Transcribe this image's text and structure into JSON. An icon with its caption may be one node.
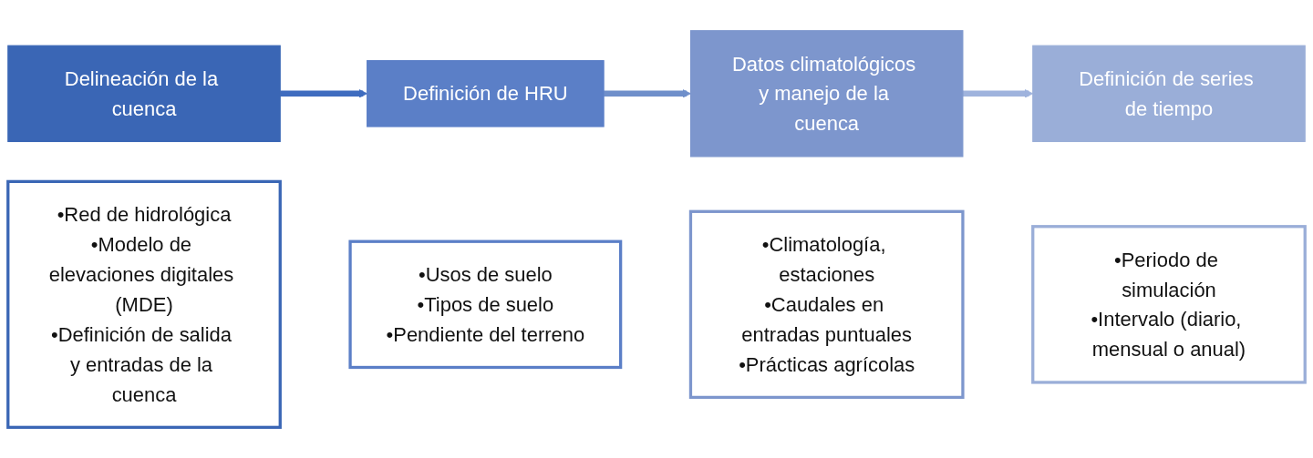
{
  "diagram": {
    "nodes": [
      {
        "text": [
          "Delineación de la cuenca"
        ]
      },
      {
        "text": [
          "•Red de hidrológica",
          "•Modelo de elevaciones digitales (MDE)",
          "•Definición de salida y entradas de la cuenca"
        ]
      },
      {
        "text": [
          "Definición de HRU"
        ]
      },
      {
        "text": [
          "•Usos de suelo",
          "•Tipos de suelo",
          "•Pendiente del terreno"
        ]
      },
      {
        "text": [
          "Datos climatológicos y manejo de la cuenca"
        ]
      },
      {
        "text": [
          "•Climatología, estaciones",
          "•Caudales en entradas puntuales",
          "•Prácticas agrícolas"
        ]
      },
      {
        "text": [
          "Definición de series de tiempo"
        ]
      },
      {
        "text": [
          "•Periodo de simulación",
          "•Intervalo (diario, mensual o anual)"
        ]
      }
    ],
    "edges": [
      {
        "from": 0,
        "to": 2,
        "arrow": "to",
        "color": "#3f6cbf"
      },
      {
        "from": 2,
        "to": 4,
        "arrow": "to",
        "color": "#6f8fca"
      },
      {
        "from": 4,
        "to": 6,
        "arrow": "to",
        "color": "#9fb3dd"
      }
    ]
  }
}
